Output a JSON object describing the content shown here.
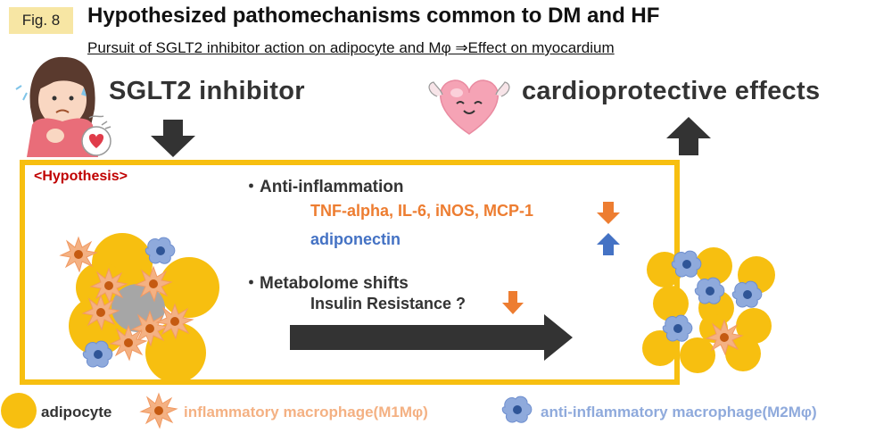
{
  "header": {
    "figure_label": "Fig. 8",
    "title": "Hypothesized pathomechanisms common to DM and HF",
    "subtitle": "Pursuit of SGLT2 inhibitor action on adipocyte and Mφ ⇒Effect on myocardium"
  },
  "top": {
    "left_label": "SGLT2 inhibitor",
    "right_label": "cardioprotective effects"
  },
  "hypothesis": {
    "label": "<Hypothesis>",
    "bullet1": "・Anti-inflammation",
    "down_list": "TNF-alpha, IL-6, iNOS, MCP-1",
    "up_item": "adiponectin",
    "bullet2": "・Metabolome shifts",
    "insulin": "Insulin Resistance ?"
  },
  "legend": {
    "adipocyte": "adipocyte",
    "m1": "inflammatory macrophage(M1Mφ)",
    "m2": "anti-inflammatory macrophage(M2Mφ)"
  },
  "colors": {
    "adipocyte": "#f7bf10",
    "frame": "#f7bf10",
    "down_arrow": "#ed7d31",
    "up_arrow": "#4472c4",
    "m1_text": "#f4b183",
    "m2_text": "#8faadc",
    "hypothesis_label": "#c00000",
    "dark_arrow": "#333333"
  }
}
